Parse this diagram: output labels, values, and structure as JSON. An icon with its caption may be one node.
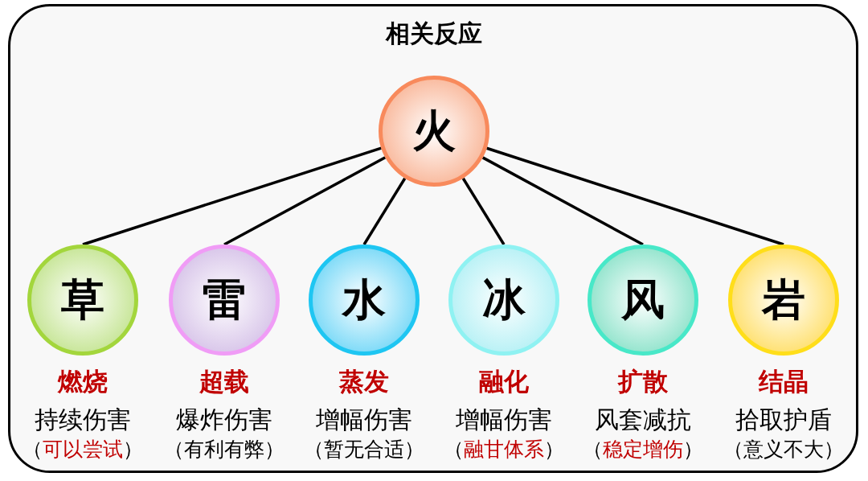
{
  "diagram": {
    "title": "相关反应",
    "nodes": [
      {
        "text": [
          "火"
        ]
      },
      {
        "text": [
          "草"
        ],
        "beside": [
          "燃烧",
          "持续伤害",
          "（可以尝试）"
        ]
      },
      {
        "text": [
          "雷"
        ],
        "beside": [
          "超载",
          "爆炸伤害",
          "（有利有弊）"
        ]
      },
      {
        "text": [
          "水"
        ],
        "beside": [
          "蒸发",
          "增幅伤害",
          "（暂无合适）"
        ]
      },
      {
        "text": [
          "冰"
        ],
        "beside": [
          "融化",
          "增幅伤害",
          "（融甘体系）"
        ]
      },
      {
        "text": [
          "风"
        ],
        "beside": [
          "扩散",
          "风套减抗",
          "（稳定增伤）"
        ]
      },
      {
        "text": [
          "岩"
        ],
        "beside": [
          "结晶",
          "拾取护盾",
          "（意义不大）"
        ]
      }
    ],
    "edges": [
      {
        "from": 0,
        "to": 1,
        "arrow": "none"
      },
      {
        "from": 0,
        "to": 2,
        "arrow": "none"
      },
      {
        "from": 0,
        "to": 3,
        "arrow": "none"
      },
      {
        "from": 0,
        "to": 4,
        "arrow": "none"
      },
      {
        "from": 0,
        "to": 5,
        "arrow": "none"
      },
      {
        "from": 0,
        "to": 6,
        "arrow": "none"
      }
    ]
  }
}
